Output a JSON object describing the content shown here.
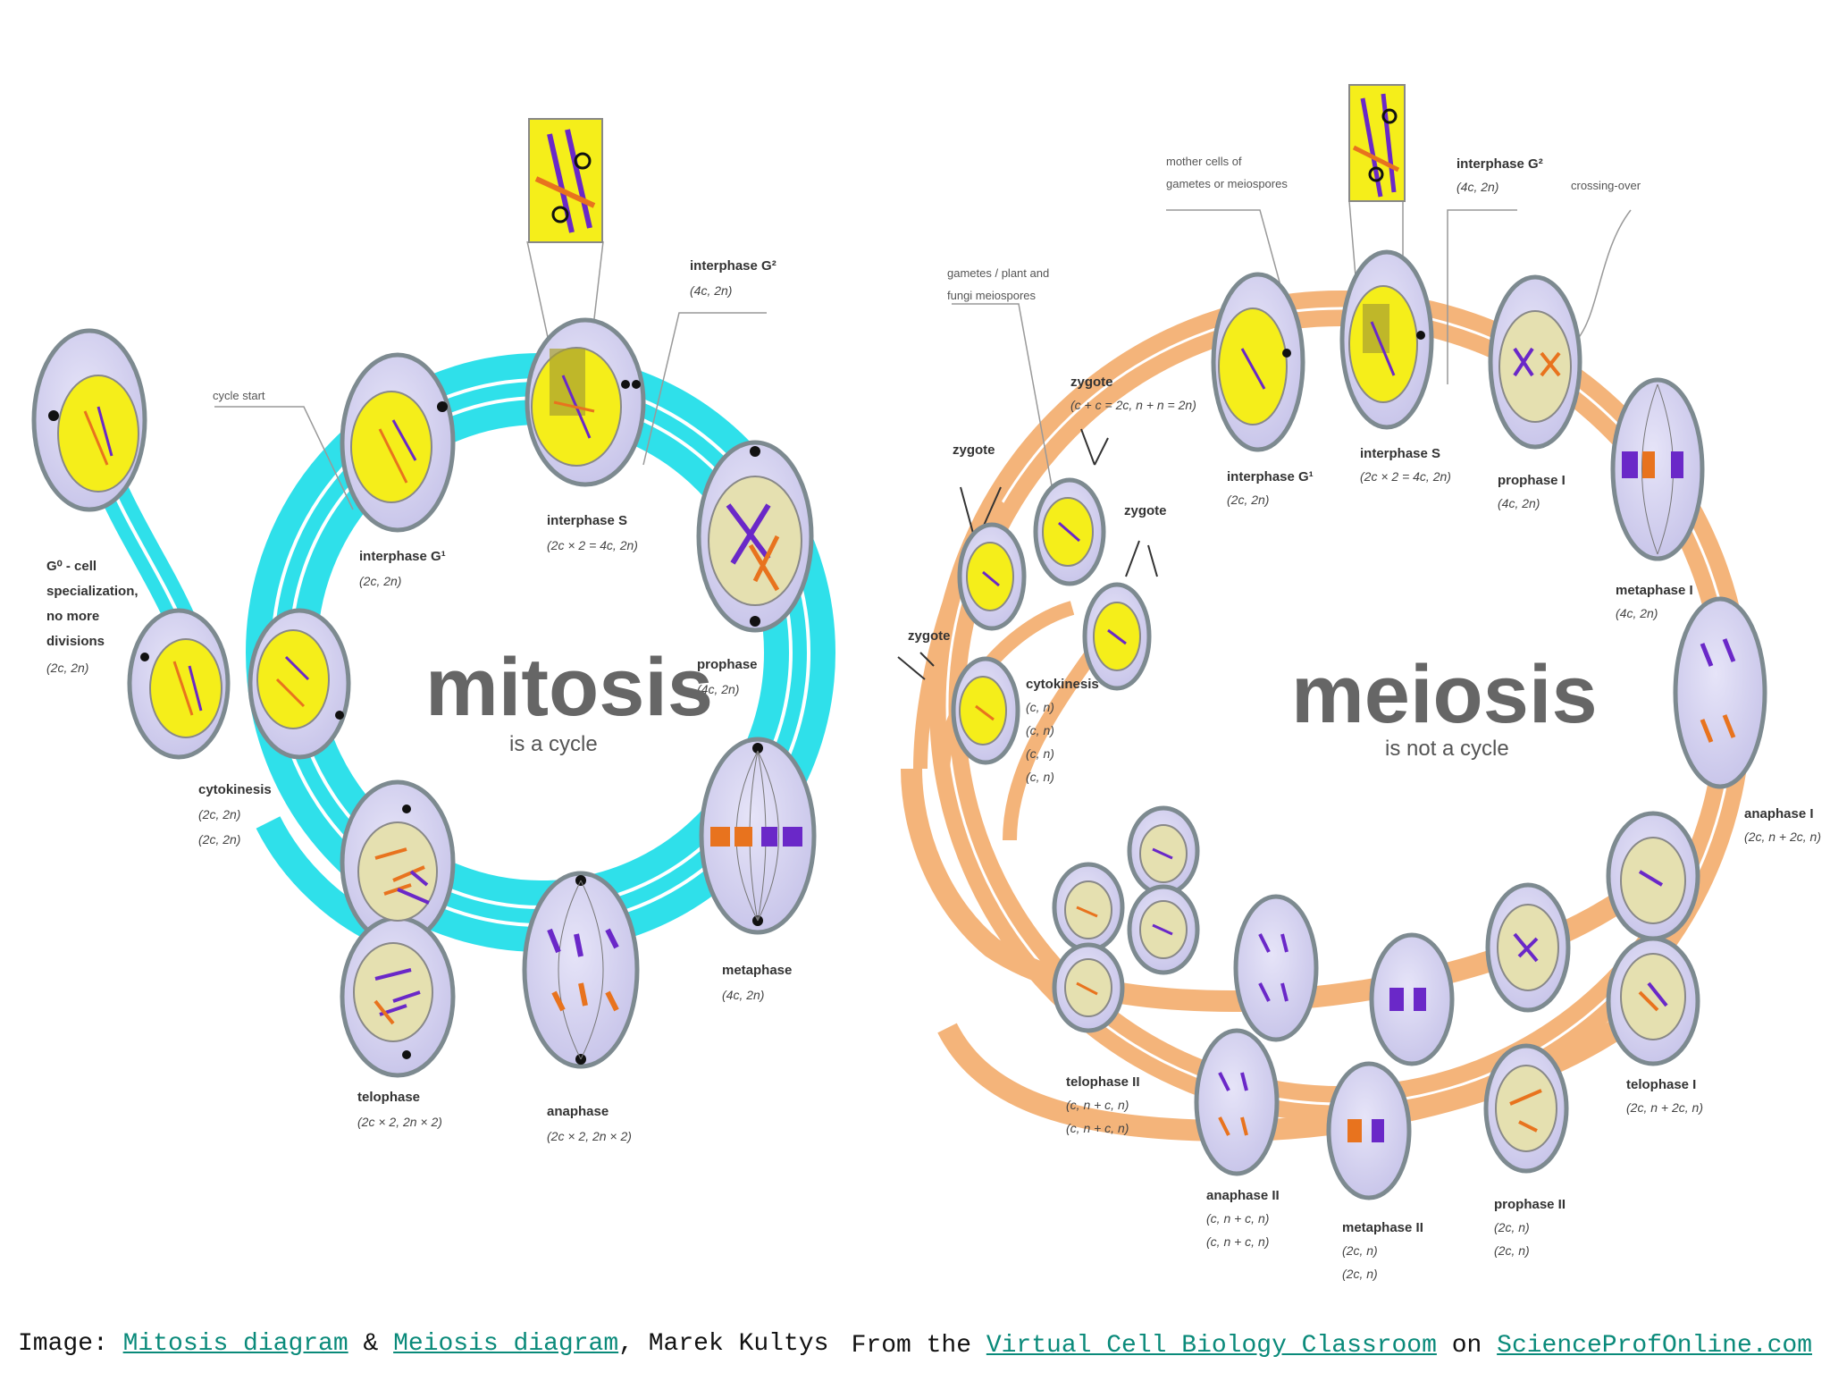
{
  "mitosis": {
    "title": "mitosis",
    "subtitle": "is a cycle",
    "cycle_start": "cycle start",
    "g0": {
      "line1": "G⁰ - cell",
      "line2": "specialization,",
      "line3": "no more",
      "line4": "divisions",
      "sub": "(2c, 2n)"
    },
    "g1": {
      "name": "interphase G¹",
      "sub": "(2c, 2n)"
    },
    "s": {
      "name": "interphase S",
      "sub": "(2c × 2 = 4c, 2n)"
    },
    "g2": {
      "name": "interphase G²",
      "sub": "(4c, 2n)"
    },
    "prophase": {
      "name": "prophase",
      "sub": "(4c, 2n)"
    },
    "metaphase": {
      "name": "metaphase",
      "sub": "(4c, 2n)"
    },
    "anaphase": {
      "name": "anaphase",
      "sub": "(2c × 2, 2n × 2)"
    },
    "telophase": {
      "name": "telophase",
      "sub": "(2c × 2, 2n × 2)"
    },
    "cytokinesis": {
      "name": "cytokinesis",
      "sub1": "(2c, 2n)",
      "sub2": "(2c, 2n)"
    }
  },
  "meiosis": {
    "title": "meiosis",
    "subtitle": "is not a cycle",
    "mother_cells": {
      "line1": "mother cells of",
      "line2": "gametes or meiospores"
    },
    "gametes": {
      "line1": "gametes / plant and",
      "line2": "fungi meiospores"
    },
    "crossing_over": "crossing-over",
    "zygote_main": {
      "name": "zygote",
      "sub": "(c + c = 2c, n + n = 2n)"
    },
    "zygote": "zygote",
    "g1": {
      "name": "interphase G¹",
      "sub": "(2c, 2n)"
    },
    "s": {
      "name": "interphase S",
      "sub": "(2c × 2 = 4c, 2n)"
    },
    "g2": {
      "name": "interphase G²",
      "sub": "(4c, 2n)"
    },
    "prophase1": {
      "name": "prophase I",
      "sub": "(4c, 2n)"
    },
    "metaphase1": {
      "name": "metaphase I",
      "sub": "(4c, 2n)"
    },
    "anaphase1": {
      "name": "anaphase I",
      "sub": "(2c, n + 2c, n)"
    },
    "telophase1": {
      "name": "telophase I",
      "sub": "(2c, n + 2c, n)"
    },
    "prophase2": {
      "name": "prophase II",
      "sub1": "(2c, n)",
      "sub2": "(2c, n)"
    },
    "metaphase2": {
      "name": "metaphase II",
      "sub1": "(2c, n)",
      "sub2": "(2c, n)"
    },
    "anaphase2": {
      "name": "anaphase II",
      "sub1": "(c, n + c, n)",
      "sub2": "(c, n + c, n)"
    },
    "telophase2": {
      "name": "telophase II",
      "sub1": "(c, n + c, n)",
      "sub2": "(c, n + c, n)"
    },
    "cytokinesis": {
      "name": "cytokinesis",
      "subs": [
        "(c, n)",
        "(c, n)",
        "(c, n)",
        "(c, n)"
      ]
    }
  },
  "captions": {
    "left_prefix": "Image: ",
    "link_mitosis": "Mitosis diagram",
    "amp": " & ",
    "link_meiosis": "Meiosis diagram",
    "author": ", Marek Kultys",
    "right_prefix": "From the ",
    "link_classroom": "Virtual Cell Biology Classroom",
    "on": " on ",
    "link_site": "ScienceProfOnline.com"
  },
  "colors": {
    "mitosis_ring": "#2fe0ea",
    "meiosis_ring": "#f4b47a",
    "cell": "#d6d4f0",
    "cell_border": "#7d8a90",
    "nucleus": "#f5ee1a",
    "nucleus_late": "#e5e0b0",
    "chromosome_purple": "#6a28c8",
    "chromosome_orange": "#e8731e",
    "link": "#0a8a7a"
  }
}
